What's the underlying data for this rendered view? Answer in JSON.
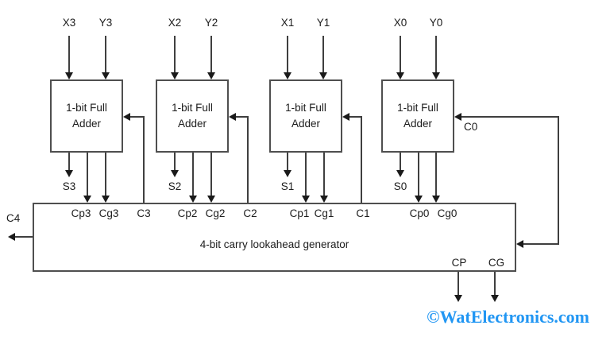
{
  "adders": [
    {
      "label": "1-bit Full Adder",
      "input_x": "X3",
      "input_y": "Y3",
      "sum": "S3",
      "carry_propagate": "Cp3",
      "carry_generate": "Cg3",
      "carry_in": "C3"
    },
    {
      "label": "1-bit Full Adder",
      "input_x": "X2",
      "input_y": "Y2",
      "sum": "S2",
      "carry_propagate": "Cp2",
      "carry_generate": "Cg2",
      "carry_in": "C2"
    },
    {
      "label": "1-bit Full Adder",
      "input_x": "X1",
      "input_y": "Y1",
      "sum": "S1",
      "carry_propagate": "Cp1",
      "carry_generate": "Cg1",
      "carry_in": "C1"
    },
    {
      "label": "1-bit Full Adder",
      "input_x": "X0",
      "input_y": "Y0",
      "sum": "S0",
      "carry_propagate": "Cp0",
      "carry_generate": "Cg0",
      "carry_in": "C0"
    }
  ],
  "generator": {
    "label": "4-bit carry lookahead generator",
    "carry_out": "C4",
    "propagate_output": "CP",
    "generate_output": "CG",
    "input_labels": [
      "Cp3",
      "Cg3",
      "C3",
      "Cp2",
      "Cg2",
      "C2",
      "Cp1",
      "Cg1",
      "C1",
      "Cp0",
      "Cg0"
    ]
  },
  "watermark": "©WatElectronics.com",
  "colors": {
    "line": "#3f3f3f",
    "box_border": "#4f4f4f",
    "text": "#1c1c1c",
    "watermark": "#2196F3",
    "background": "#ffffff"
  }
}
